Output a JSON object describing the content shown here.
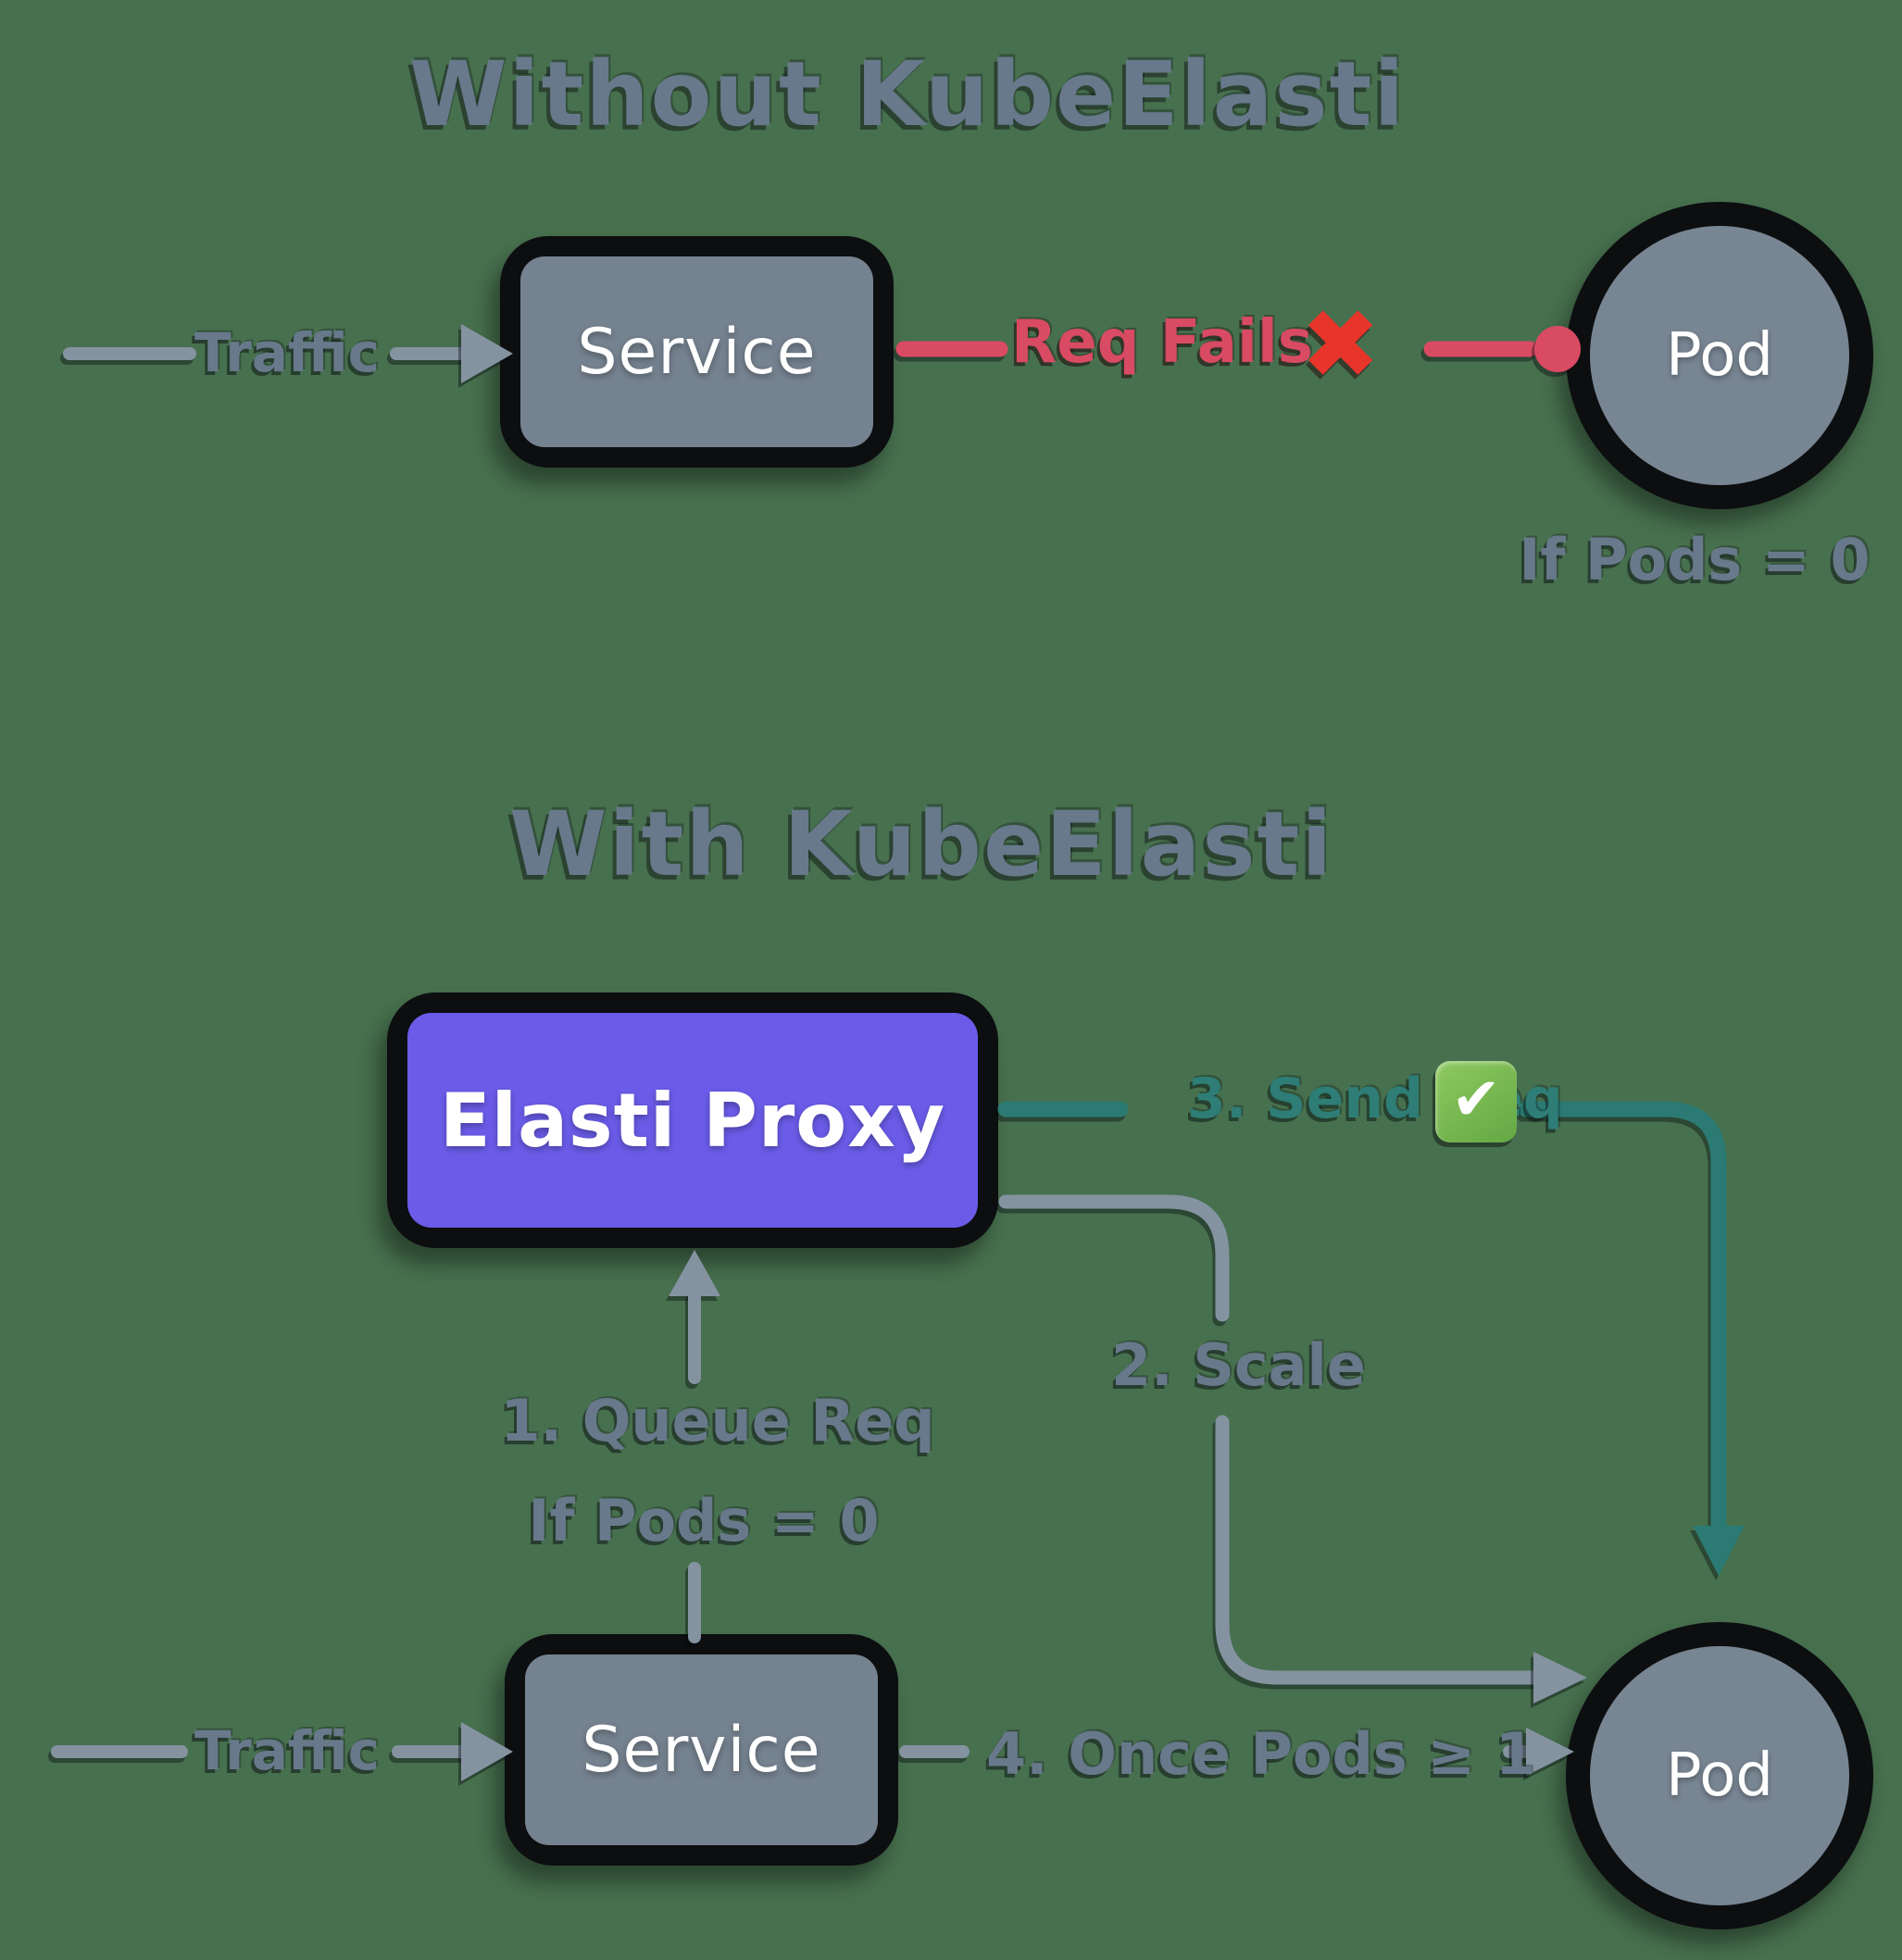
{
  "titles": {
    "without": "Without KubeElasti",
    "with": "With KubeElasti"
  },
  "top": {
    "traffic_label": "Traffic",
    "service_label": "Service",
    "req_fails_label": "Req Fails",
    "fail_icon": "✖",
    "pod_label": "Pod",
    "if_pods_label": "If Pods = 0"
  },
  "bottom": {
    "traffic_label": "Traffic",
    "service_label": "Service",
    "proxy_label": "Elasti Proxy",
    "pod_label": "Pod",
    "step1_line1": "1. Queue Req",
    "step1_line2": "If Pods = 0",
    "step2_label": "2. Scale",
    "step3_label": "3. Send Req",
    "check_icon": "✔",
    "step4_label": "4. Once Pods ≥ 1"
  },
  "colors": {
    "background": "#47704E",
    "slate_fill": "#75828F",
    "pod_fill": "#788592",
    "label_gray": "#68798C",
    "line_gray": "#8593A1",
    "purple": "#6A5CE8",
    "teal": "#2B7A73",
    "red": "#D94A63",
    "bright_red": "#E8352B",
    "check_green": "#6FB14C",
    "border_black": "#0C0E10",
    "node_text_white": "#FFFFFF"
  }
}
